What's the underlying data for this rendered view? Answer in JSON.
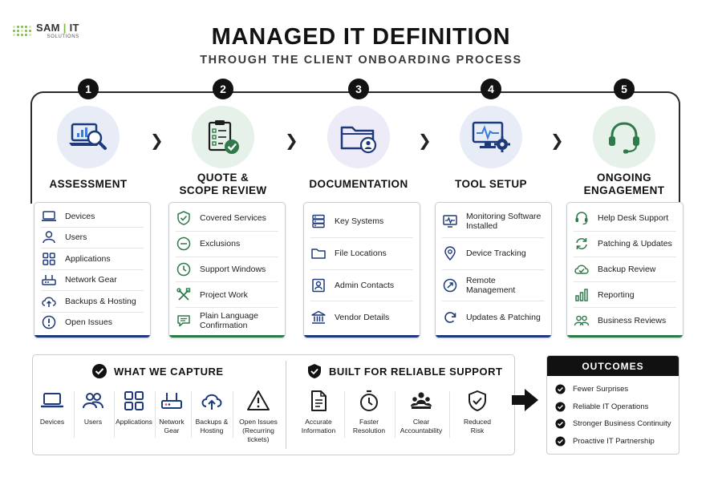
{
  "brand": {
    "name_left": "SAM",
    "name_right": "IT",
    "sub": "SOLUTIONS"
  },
  "title": "MANAGED IT DEFINITION",
  "subtitle": "THROUGH THE CLIENT ONBOARDING PROCESS",
  "steps": [
    {
      "number": "1",
      "label": "ASSESSMENT",
      "icon": "laptop-magnifier-chart-icon",
      "tint": "#e7ecf7",
      "items": [
        {
          "icon": "laptop-icon",
          "label": "Devices"
        },
        {
          "icon": "user-icon",
          "label": "Users"
        },
        {
          "icon": "grid-apps-icon",
          "label": "Applications"
        },
        {
          "icon": "router-icon",
          "label": "Network Gear"
        },
        {
          "icon": "cloud-upload-icon",
          "label": "Backups & Hosting"
        },
        {
          "icon": "alert-circle-icon",
          "label": "Open Issues"
        }
      ]
    },
    {
      "number": "2",
      "label_line1": "QUOTE &",
      "label_line2": "SCOPE REVIEW",
      "icon": "clipboard-check-icon",
      "tint": "#e6f1e9",
      "items": [
        {
          "icon": "shield-check-icon",
          "label": "Covered Services"
        },
        {
          "icon": "minus-circle-icon",
          "label": "Exclusions"
        },
        {
          "icon": "clock-icon",
          "label": "Support Windows"
        },
        {
          "icon": "tools-icon",
          "label": "Project Work"
        },
        {
          "icon": "chat-icon",
          "label_line1": "Plain Language",
          "label_line2": "Confirmation"
        }
      ]
    },
    {
      "number": "3",
      "label": "DOCUMENTATION",
      "icon": "folder-user-icon",
      "tint": "#ecebf7",
      "items": [
        {
          "icon": "server-icon",
          "label": "Key Systems"
        },
        {
          "icon": "folder-icon",
          "label": "File Locations"
        },
        {
          "icon": "contact-card-icon",
          "label": "Admin Contacts"
        },
        {
          "icon": "bank-icon",
          "label": "Vendor Details"
        }
      ]
    },
    {
      "number": "4",
      "label": "TOOL SETUP",
      "icon": "monitor-gear-icon",
      "tint": "#e7ecf7",
      "items": [
        {
          "icon": "monitor-pulse-icon",
          "label_line1": "Monitoring Software",
          "label_line2": "Installed"
        },
        {
          "icon": "map-pin-icon",
          "label": "Device Tracking"
        },
        {
          "icon": "remote-arrows-icon",
          "label": "Remote Management"
        },
        {
          "icon": "refresh-icon",
          "label": "Updates & Patching"
        }
      ]
    },
    {
      "number": "5",
      "label_line1": "ONGOING",
      "label_line2": "ENGAGEMENT",
      "icon": "headset-icon",
      "tint": "#e6f1e9",
      "items": [
        {
          "icon": "headset-small-icon",
          "label": "Help Desk Support"
        },
        {
          "icon": "sync-icon",
          "label": "Patching & Updates"
        },
        {
          "icon": "cloud-check-icon",
          "label": "Backup Review"
        },
        {
          "icon": "bar-chart-icon",
          "label": "Reporting"
        },
        {
          "icon": "people-icon",
          "label": "Business Reviews"
        }
      ]
    }
  ],
  "capture": {
    "heading": "WHAT WE CAPTURE",
    "items": [
      {
        "icon": "laptop-icon",
        "label": "Devices"
      },
      {
        "icon": "users-icon",
        "label": "Users"
      },
      {
        "icon": "grid-apps-icon",
        "label": "Applications"
      },
      {
        "icon": "router-icon",
        "label_line1": "Network",
        "label_line2": "Gear"
      },
      {
        "icon": "cloud-upload-icon",
        "label_line1": "Backups &",
        "label_line2": "Hosting"
      },
      {
        "icon": "warning-triangle-icon",
        "label_line1": "Open Issues",
        "label_line2": "(Recurring tickets)"
      }
    ]
  },
  "support": {
    "heading": "BUILT FOR RELIABLE SUPPORT",
    "items": [
      {
        "icon": "document-icon",
        "label_line1": "Accurate",
        "label_line2": "Information"
      },
      {
        "icon": "stopwatch-icon",
        "label_line1": "Faster",
        "label_line2": "Resolution"
      },
      {
        "icon": "team-icon",
        "label_line1": "Clear",
        "label_line2": "Accountability"
      },
      {
        "icon": "shield-check-icon",
        "label_line1": "Reduced",
        "label_line2": "Risk"
      }
    ]
  },
  "outcomes": {
    "heading": "OUTCOMES",
    "items": [
      "Fewer Surprises",
      "Reliable IT Operations",
      "Stronger Business Continuity",
      "Proactive IT Partnership"
    ]
  },
  "colors": {
    "navy": "#1f3a7a",
    "green": "#2f7a49",
    "brand_green": "#7dbb42",
    "black": "#121212"
  }
}
